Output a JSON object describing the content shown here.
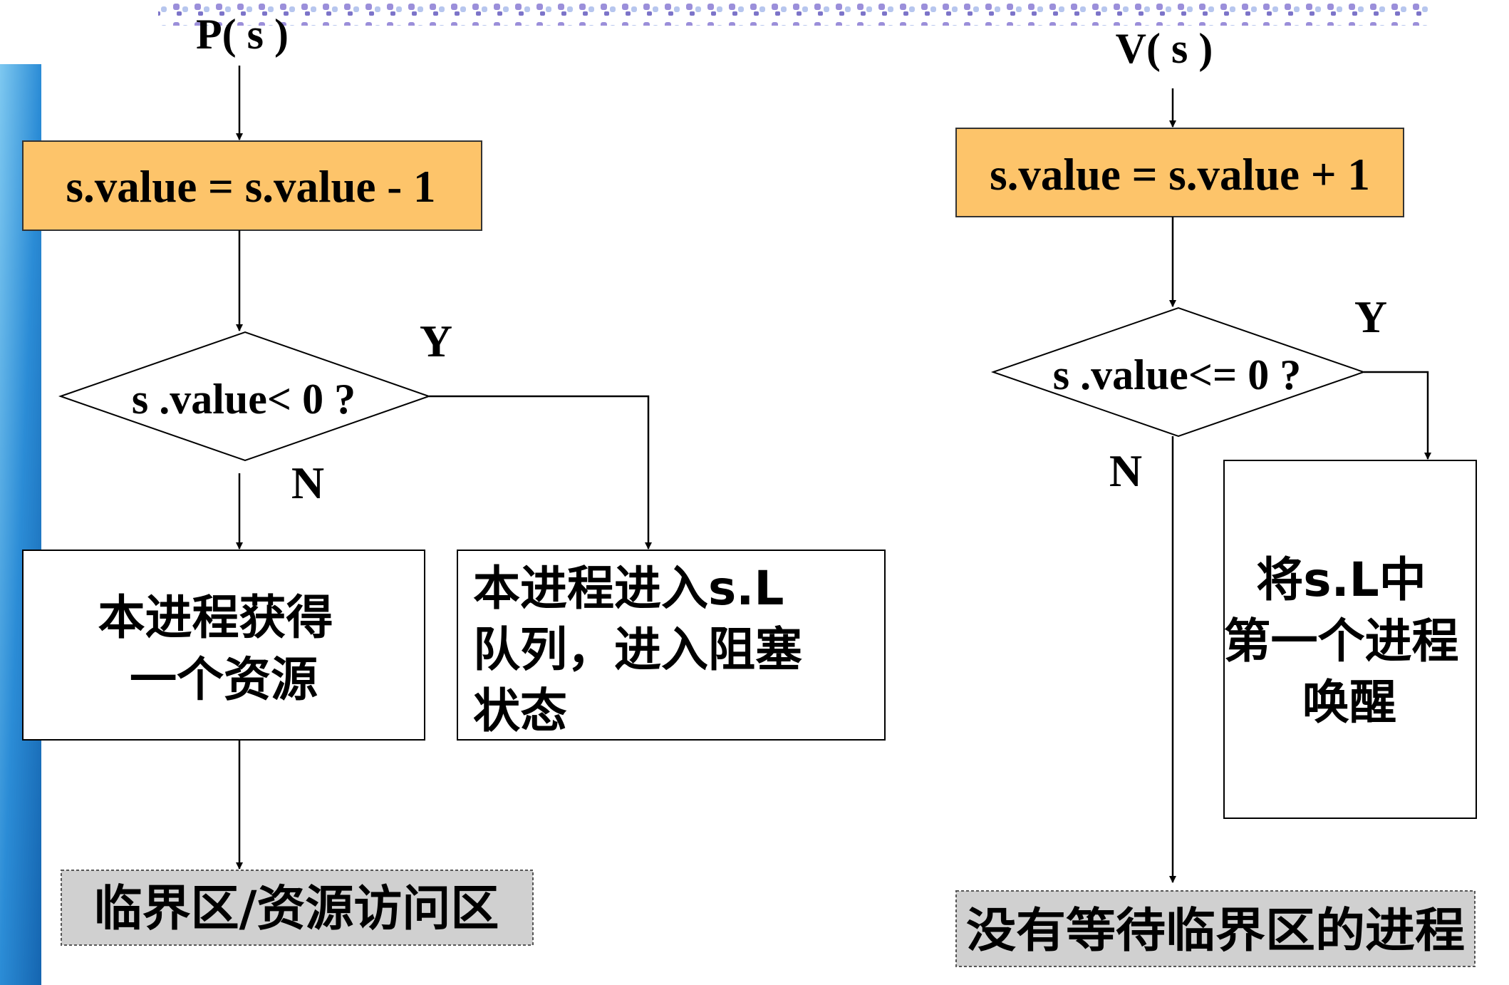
{
  "p_op": {
    "title": "P( s )",
    "decrement": "s.value = s.value - 1",
    "condition": "s .value< 0 ?",
    "yes_label": "Y",
    "no_label": "N",
    "acquire_lines": [
      "本进程获得",
      "一个资源"
    ],
    "block_lines": [
      "本进程进入s.L",
      "队列，进入阻塞",
      "状态"
    ],
    "critical_section": "临界区/资源访问区"
  },
  "v_op": {
    "title": "V( s )",
    "increment": "s.value = s.value + 1",
    "condition": "s .value<= 0 ?",
    "yes_label": "Y",
    "no_label": "N",
    "wake_lines": [
      "将s.L中",
      "第一个进程",
      "唤醒"
    ],
    "no_waiting": "没有等待临界区的进程"
  },
  "colors": {
    "process_fill": "#FDC46A",
    "terminal_fill": "#D0D0D0",
    "line": "#000000",
    "deco_blue": "#2B8CD6",
    "deco_dot": "#8A7FD0"
  }
}
